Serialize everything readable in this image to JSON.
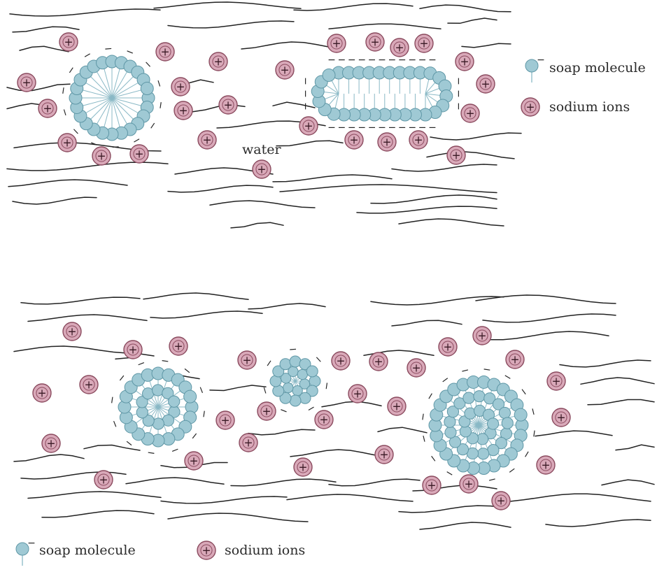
{
  "diagram": {
    "top_panel": {
      "water_label": "water",
      "legend": {
        "soap_molecule": "soap molecule",
        "sodium_ions": "sodium ions"
      }
    },
    "bottom_panel": {
      "legend": {
        "soap_molecule": "soap molecule",
        "sodium_ions": "sodium ions"
      }
    },
    "glyphs": {
      "ion_sign": "+",
      "charge_sign": "−"
    },
    "colors": {
      "sodium_ion_fill": "#d9a9b9",
      "sodium_ion_stroke": "#8a4a5e",
      "soap_head_fill": "#9fc9d4",
      "soap_head_stroke": "#5f97a6",
      "soap_tail": "#8ab9c6",
      "water_line": "#222222",
      "label_text": "#2b2b2b"
    },
    "icons": [
      "sodium-ion-icon",
      "soap-molecule-icon",
      "water-wave-icon",
      "micelle-icon"
    ]
  }
}
